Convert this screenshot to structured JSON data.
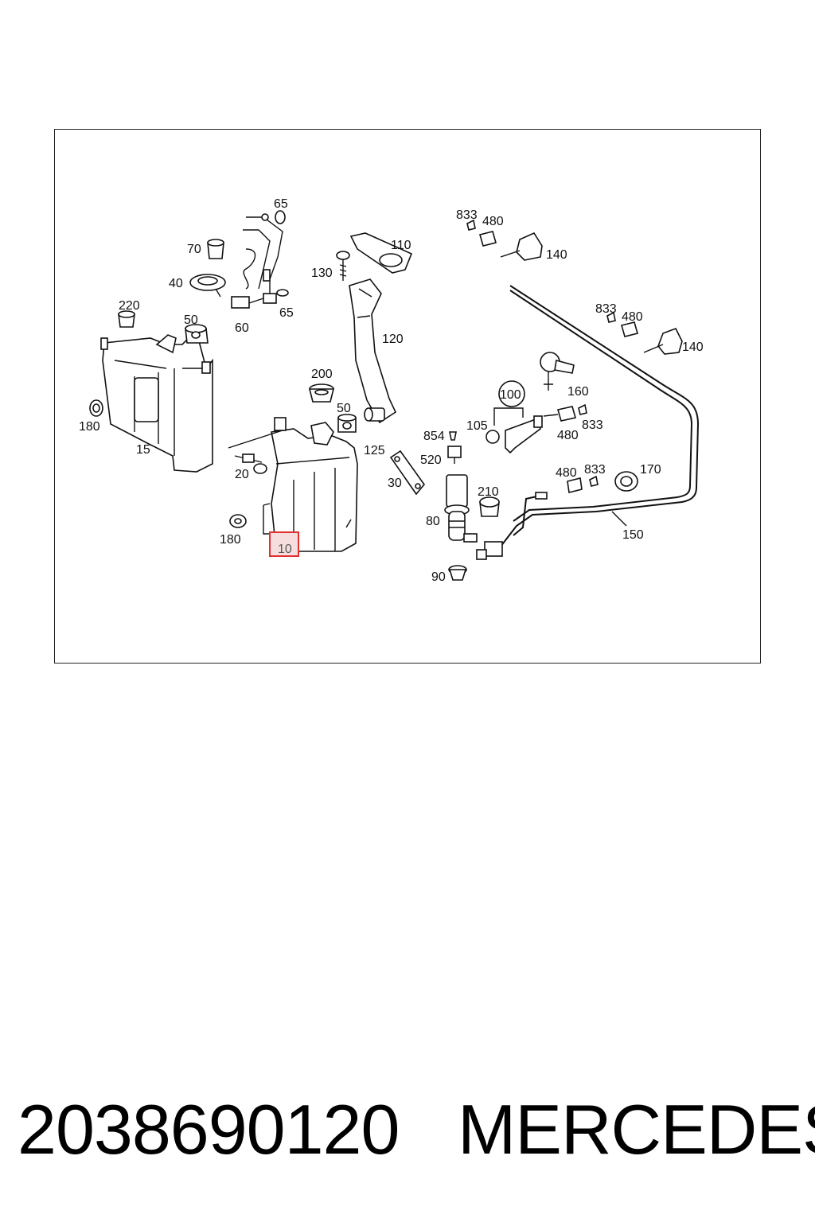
{
  "diagram": {
    "labels": [
      "65",
      "70",
      "40",
      "60",
      "65",
      "110",
      "130",
      "120",
      "833",
      "480",
      "140",
      "833",
      "480",
      "140",
      "220",
      "50",
      "180",
      "15",
      "200",
      "50",
      "20",
      "125",
      "30",
      "100",
      "160",
      "105",
      "480",
      "833",
      "854",
      "520",
      "210",
      "480",
      "833",
      "170",
      "180",
      "10",
      "80",
      "150",
      "90"
    ],
    "highlighted_part": "10",
    "highlight_color": "#e03030"
  },
  "footer": {
    "part_number": "2038690120",
    "brand": "MERCEDES"
  }
}
